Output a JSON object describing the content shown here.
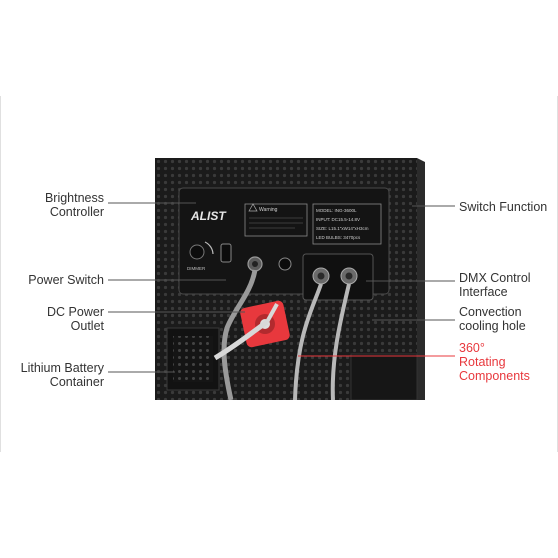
{
  "product": {
    "brand_logo": "ALIST",
    "warning_title": "Warning",
    "warning_text": "Danger of high voltage. Do not disassemble the product without authorization",
    "spec_lines": [
      "MODEL: ING-3600L",
      "INPUT: DC15.5-14.8V",
      "SIZE: L15.1\"xW14\"xH3cm",
      "LED BULBS: 3470pcs"
    ],
    "dimmer_label": "DIMMER"
  },
  "callouts": {
    "brightness_controller": "Brightness\nController",
    "power_switch": "Power Switch",
    "dc_power_outlet": "DC Power\nOutlet",
    "lithium_battery_container": "Lithium Battery\nContainer",
    "switch_function": "Switch Function",
    "dmx_control_interface": "DMX Control\nInterface",
    "convection_cooling_hole": "Convection\ncooling hole",
    "rotating_components": "360°\nRotating\nComponents"
  },
  "colors": {
    "panel": "#1a1a1a",
    "accent_red": "#e8383d",
    "leader_line": "#555555",
    "text": "#333333"
  }
}
